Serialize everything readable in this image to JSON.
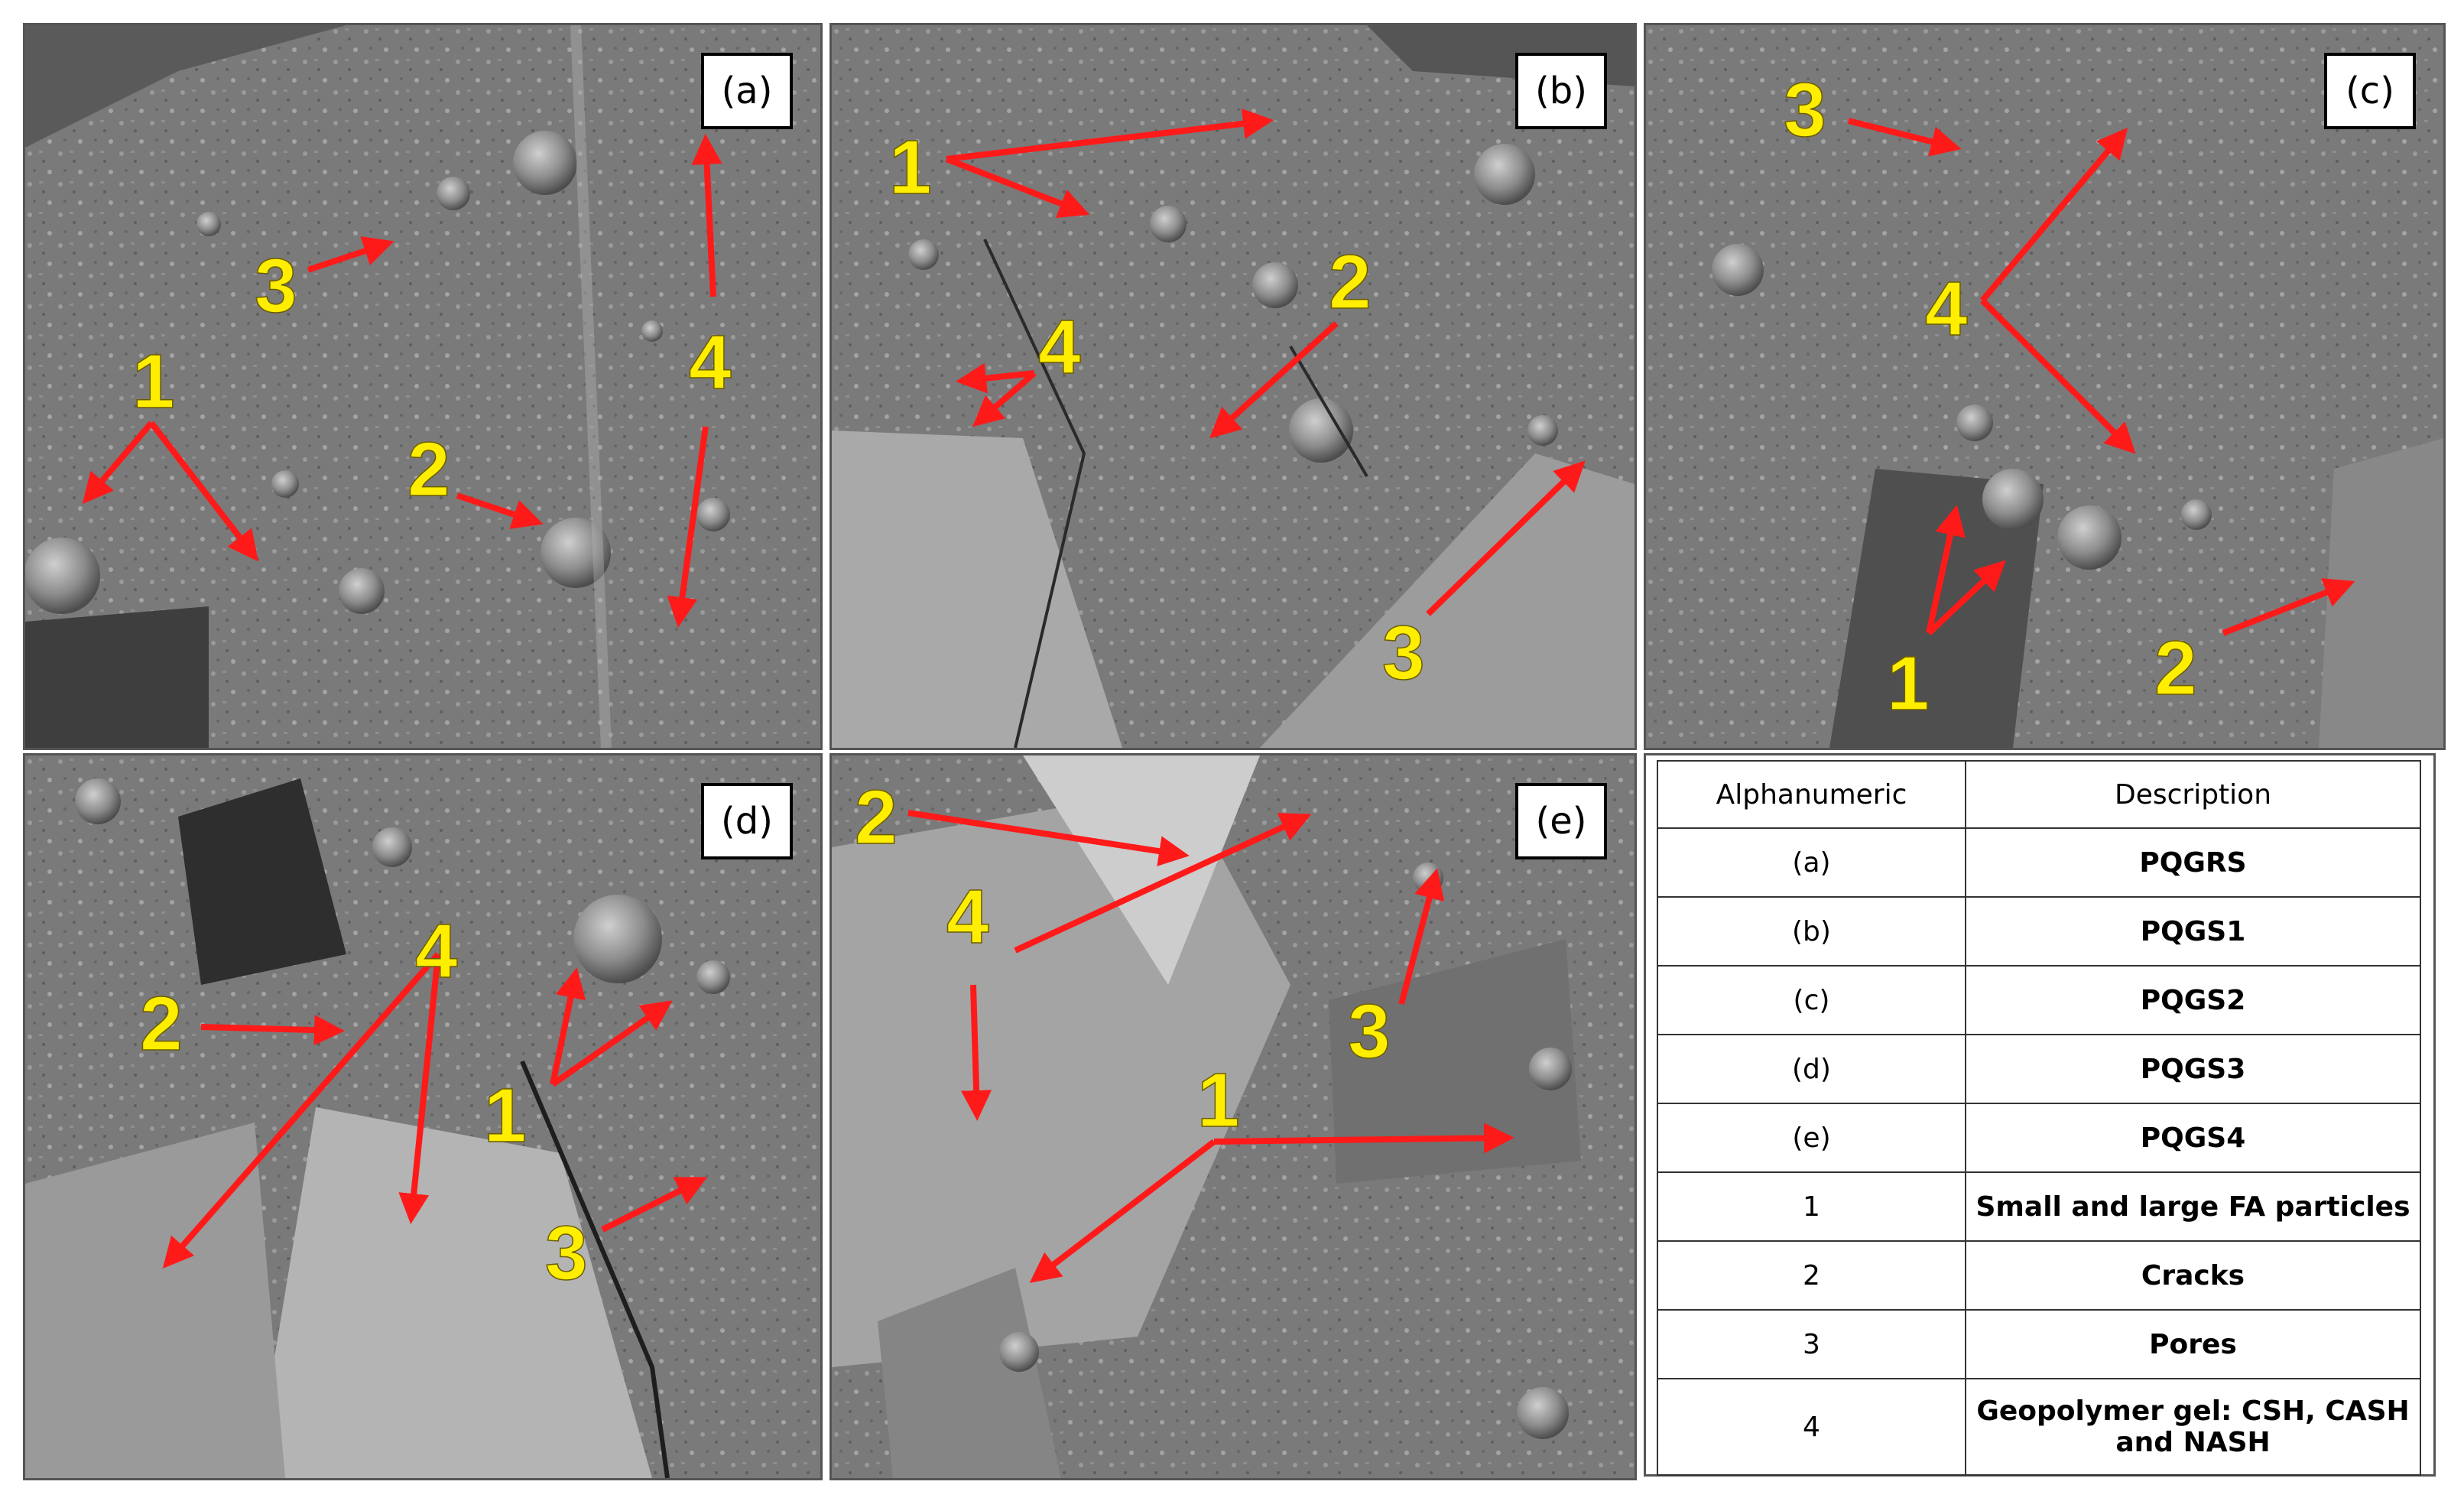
{
  "panels": {
    "a": {
      "tag": "(a)",
      "labels": [
        {
          "id": "1",
          "text": "1"
        },
        {
          "id": "2",
          "text": "2"
        },
        {
          "id": "3",
          "text": "3"
        },
        {
          "id": "4",
          "text": "4"
        }
      ]
    },
    "b": {
      "tag": "(b)",
      "labels": [
        {
          "id": "1",
          "text": "1"
        },
        {
          "id": "2",
          "text": "2"
        },
        {
          "id": "3",
          "text": "3"
        },
        {
          "id": "4",
          "text": "4"
        }
      ]
    },
    "c": {
      "tag": "(c)",
      "labels": [
        {
          "id": "1",
          "text": "1"
        },
        {
          "id": "2",
          "text": "2"
        },
        {
          "id": "3",
          "text": "3"
        },
        {
          "id": "4",
          "text": "4"
        }
      ]
    },
    "d": {
      "tag": "(d)",
      "labels": [
        {
          "id": "1",
          "text": "1"
        },
        {
          "id": "2",
          "text": "2"
        },
        {
          "id": "3",
          "text": "3"
        },
        {
          "id": "4",
          "text": "4"
        }
      ]
    },
    "e": {
      "tag": "(e)",
      "labels": [
        {
          "id": "1",
          "text": "1"
        },
        {
          "id": "2",
          "text": "2"
        },
        {
          "id": "3",
          "text": "3"
        },
        {
          "id": "4",
          "text": "4"
        }
      ]
    }
  },
  "legend": {
    "header": {
      "col1": "Alphanumeric",
      "col2": "Description"
    },
    "rows": [
      {
        "key": "(a)",
        "desc": "PQGRS"
      },
      {
        "key": "(b)",
        "desc": "PQGS1"
      },
      {
        "key": "(c)",
        "desc": "PQGS2"
      },
      {
        "key": "(d)",
        "desc": "PQGS3"
      },
      {
        "key": "(e)",
        "desc": "PQGS4"
      },
      {
        "key": "1",
        "desc": "Small and large FA particles"
      },
      {
        "key": "2",
        "desc": "Cracks"
      },
      {
        "key": "3",
        "desc": "Pores"
      },
      {
        "key": "4",
        "desc": "Geopolymer gel: CSH, CASH and NASH"
      }
    ]
  },
  "colors": {
    "arrow": "#ff1a1a",
    "label": "#ffee00",
    "background": "#7d7d7d"
  }
}
